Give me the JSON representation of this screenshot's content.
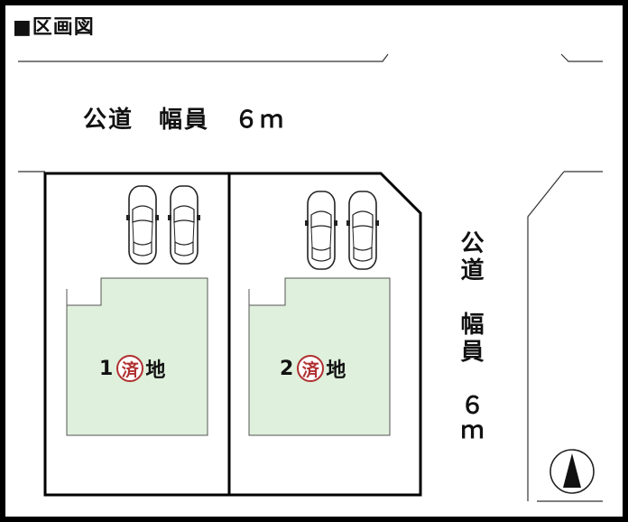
{
  "header": {
    "title": "■区画図"
  },
  "roads": {
    "top": {
      "label": "公道　幅員　６ｍ"
    },
    "right": {
      "label": "公道　幅員　６ｍ"
    }
  },
  "lots": [
    {
      "number": "1",
      "stamp": "済",
      "suffix": "地"
    },
    {
      "number": "2",
      "stamp": "済",
      "suffix": "地"
    }
  ],
  "colors": {
    "lot_fill": "#dff0dc",
    "stamp": "#b03030",
    "line": "#000000"
  },
  "icons": {
    "north": "north-arrow-icon",
    "car": "car-icon"
  }
}
